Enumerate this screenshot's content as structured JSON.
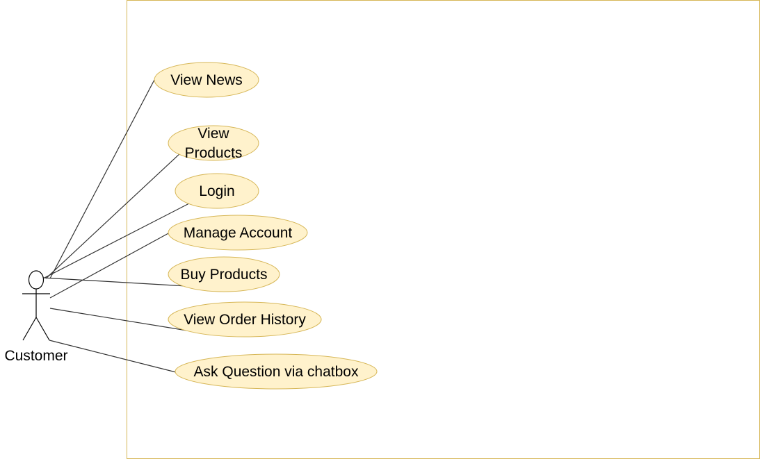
{
  "colors": {
    "boundary_stroke": "#d6b656",
    "usecase_fill": "#fff2cc",
    "usecase_stroke": "#d6b656",
    "line": "#333333"
  },
  "actor": {
    "name": "Customer"
  },
  "use_cases": [
    {
      "id": "view-news",
      "lines": [
        "View News"
      ]
    },
    {
      "id": "view-products",
      "lines": [
        "View",
        "Products"
      ]
    },
    {
      "id": "login",
      "lines": [
        "Login"
      ]
    },
    {
      "id": "manage-account",
      "lines": [
        "Manage Account"
      ]
    },
    {
      "id": "buy-products",
      "lines": [
        "Buy Products"
      ]
    },
    {
      "id": "view-order-history",
      "lines": [
        "View Order History"
      ]
    },
    {
      "id": "ask-question-via-chatbox",
      "lines": [
        "Ask Question via chatbox"
      ]
    }
  ]
}
